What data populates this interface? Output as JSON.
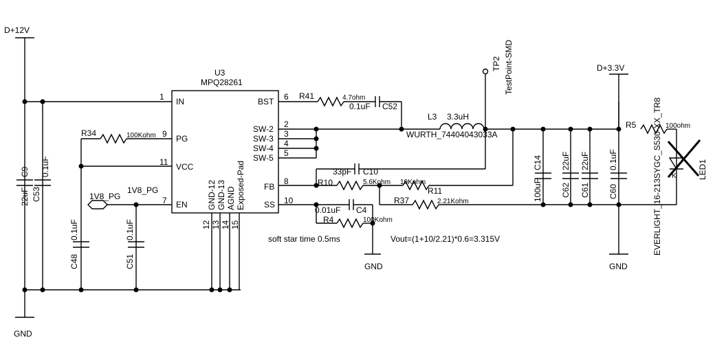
{
  "rails": {
    "d12": "D+12V",
    "d33": "D+3.3V",
    "gnd": "GND"
  },
  "ic": {
    "ref": "U3",
    "part": "MPQ28261",
    "pins": {
      "p1": {
        "num": "1",
        "name": "IN"
      },
      "p9": {
        "num": "9",
        "name": "PG"
      },
      "p11": {
        "num": "11",
        "name": "VCC"
      },
      "p7": {
        "num": "7",
        "name": "EN"
      },
      "p6": {
        "num": "6",
        "name": "BST"
      },
      "p2": {
        "num": "2",
        "name": "SW-2"
      },
      "p3": {
        "num": "3",
        "name": "SW-3"
      },
      "p4": {
        "num": "4",
        "name": "SW-4"
      },
      "p5": {
        "num": "5",
        "name": "SW-5"
      },
      "p8": {
        "num": "8",
        "name": "FB"
      },
      "p10": {
        "num": "10",
        "name": "SS"
      },
      "p12": {
        "num": "12",
        "name": "GND-12"
      },
      "p13": {
        "num": "13",
        "name": "GND-13"
      },
      "p14": {
        "num": "14",
        "name": "AGND"
      },
      "p15": {
        "num": "15",
        "name": "Exposed-Pad"
      }
    }
  },
  "parts": {
    "c9": {
      "ref": "C9",
      "value": "22uF"
    },
    "c53": {
      "ref": "C53",
      "value": "0.1uF"
    },
    "r34": {
      "ref": "R34",
      "value": "100Kohm"
    },
    "c48": {
      "ref": "C48",
      "value": "0.1uF"
    },
    "c51": {
      "ref": "C51",
      "value": "0.1uF"
    },
    "r41": {
      "ref": "R41",
      "value": "4.7ohm"
    },
    "c52": {
      "ref": "C52",
      "value": "0.1uF"
    },
    "l3": {
      "ref": "L3",
      "value": "3.3uH",
      "part": "WURTH_74404043033A"
    },
    "c10": {
      "ref": "C10",
      "value": "33pF"
    },
    "r10": {
      "ref": "R10",
      "value": "5.6Kohm"
    },
    "r11": {
      "ref": "R11",
      "value": "10Kohm"
    },
    "r37": {
      "ref": "R37",
      "value": "2.21Kohm"
    },
    "c4": {
      "ref": "C4",
      "value": "0.01uF"
    },
    "r4": {
      "ref": "R4",
      "value": "100Kohm"
    },
    "c14": {
      "ref": "C14",
      "value": "100uF"
    },
    "c62": {
      "ref": "C62",
      "value": "22uF"
    },
    "c61": {
      "ref": "C61",
      "value": "22uF"
    },
    "c60": {
      "ref": "C60",
      "value": "0.1uF"
    },
    "r5": {
      "ref": "R5",
      "value": "100ohm"
    },
    "led1": {
      "ref": "LED1",
      "part": "EVERLIGHT_16-213SYGC_S530-XX_TR8",
      "pin_k": "K"
    },
    "tp2": {
      "ref": "TP2",
      "part": "TestPoint-SMD"
    }
  },
  "nets": {
    "pg_port": "1V8_PG",
    "pg_net": "1V8_PG"
  },
  "notes": {
    "soft_start": "soft star time 0.5ms",
    "vout": "Vout=(1+10/2.21)*0.6=3.315V"
  }
}
